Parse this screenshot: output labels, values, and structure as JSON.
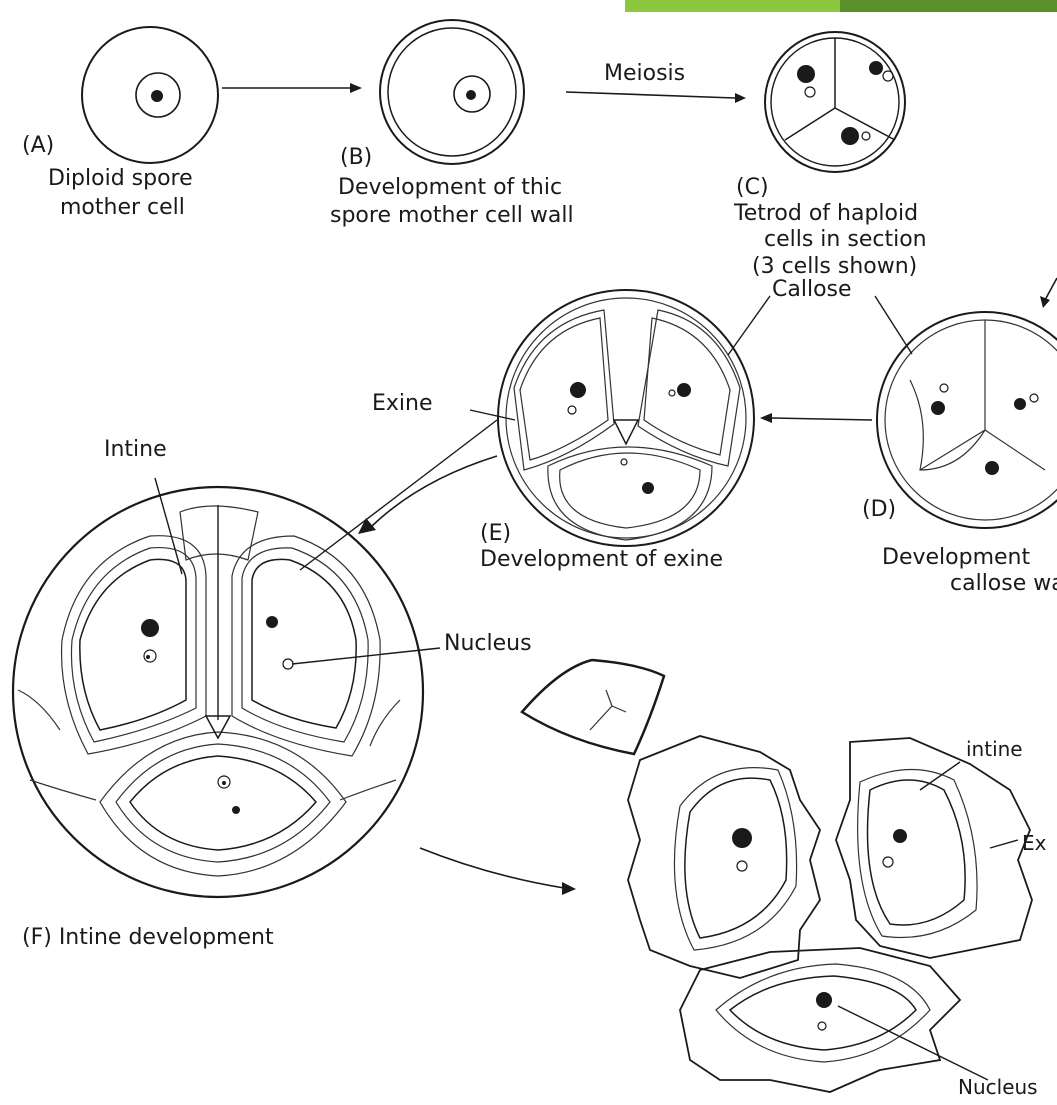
{
  "colors": {
    "ink": "#1a1a1a",
    "accent_bar_light": "#8dc63f",
    "accent_bar_dark": "#5a8f2a"
  },
  "labels": {
    "A_tag": "(A)",
    "A_line1": "Diploid spore",
    "A_line2": "mother cell",
    "B_tag": "(B)",
    "B_line1": "Development of thic",
    "B_line2": "spore mother cell wall",
    "meiosis": "Meiosis",
    "C_tag": "(C)",
    "C_line1": "Tetrod of haploid",
    "C_line2": "cells in section",
    "C_line3": "(3 cells shown)",
    "callose": "Callose",
    "exine_top": "Exine",
    "intine_left": "Intine",
    "E_tag": "(E)",
    "E_line1": "Development of exine",
    "D_tag": "(D)",
    "D_line1": "Development",
    "D_line2": "callose wa",
    "nucleus_mid": "Nucleus",
    "F_line": "(F) Intine development",
    "intine_right": "intine",
    "exine_right": "Ex",
    "nucleus_bottom": "Nucleus"
  }
}
